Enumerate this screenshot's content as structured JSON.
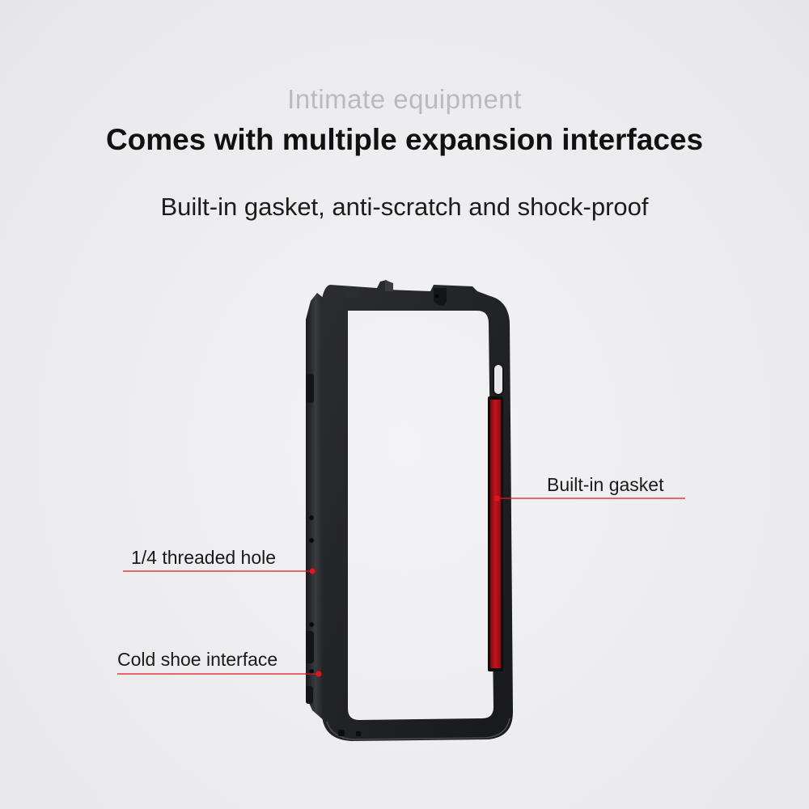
{
  "header": {
    "eyebrow": "Intimate equipment",
    "title": "Comes with multiple expansion interfaces",
    "subtitle": "Built-in gasket, anti-scratch and shock-proof"
  },
  "callouts": {
    "gasket": "Built-in gasket",
    "thread": "1/4 threaded hole",
    "shoe": "Cold shoe interface"
  },
  "colors": {
    "background": "#efeff1",
    "accent": "#e0141c",
    "cage": "#222326",
    "gasket": "#b3121a"
  }
}
